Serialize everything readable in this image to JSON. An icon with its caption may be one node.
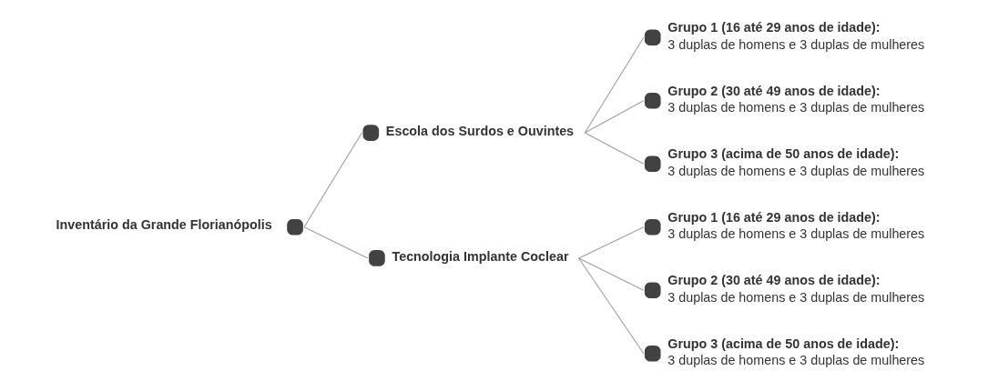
{
  "diagram": {
    "nodes": [
      {
        "text": [],
        "shape": "circle",
        "beside": [
          "Inventário da Grande Florianópolis"
        ]
      },
      {
        "text": [],
        "shape": "circle",
        "beside": [
          "Escola dos Surdos e Ouvintes"
        ]
      },
      {
        "text": [],
        "shape": "circle",
        "beside": [
          "Grupo 1 (16 até 29 anos de idade):",
          "3 duplas de homens e 3 duplas de mulheres"
        ]
      },
      {
        "text": [],
        "shape": "circle",
        "beside": [
          "Grupo 2 (30 até 49 anos de idade):",
          "3 duplas de homens e 3 duplas de mulheres"
        ]
      },
      {
        "text": [],
        "shape": "circle",
        "beside": [
          "Grupo 3 (acima de 50 anos de idade):",
          "3 duplas de homens e 3 duplas de mulheres"
        ]
      },
      {
        "text": [],
        "shape": "circle",
        "beside": [
          "Tecnologia Implante Coclear"
        ]
      },
      {
        "text": [],
        "shape": "circle",
        "beside": [
          "Grupo 1 (16 até 29 anos de idade):",
          "3 duplas de homens e 3 duplas de mulheres"
        ]
      },
      {
        "text": [],
        "shape": "circle",
        "beside": [
          "Grupo 2 (30 até 49 anos de idade):",
          "3 duplas de homens e 3 duplas de mulheres"
        ]
      },
      {
        "text": [],
        "shape": "circle",
        "beside": [
          "Grupo 3 (acima de 50 anos de idade):",
          "3 duplas de homens e 3 duplas de mulheres"
        ]
      }
    ],
    "edges": [
      {
        "from": 0,
        "to": 1,
        "arrow": "none"
      },
      {
        "from": 0,
        "to": 5,
        "arrow": "none"
      },
      {
        "from": 1,
        "to": 2,
        "arrow": "none"
      },
      {
        "from": 1,
        "to": 3,
        "arrow": "none"
      },
      {
        "from": 1,
        "to": 4,
        "arrow": "none"
      },
      {
        "from": 5,
        "to": 6,
        "arrow": "none"
      },
      {
        "from": 5,
        "to": 7,
        "arrow": "none"
      },
      {
        "from": 5,
        "to": 8,
        "arrow": "none"
      }
    ]
  }
}
